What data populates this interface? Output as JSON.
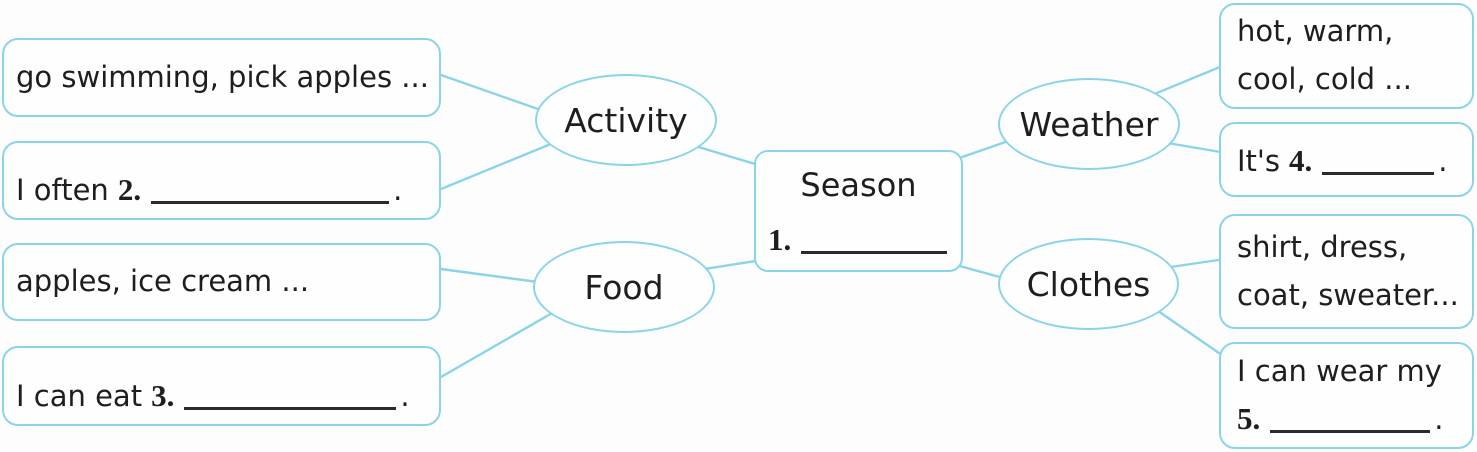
{
  "colors": {
    "stroke": "#8ad4ea",
    "text": "#1e1e1e",
    "blank_line": "#2b2b2b"
  },
  "center": {
    "title": "Season",
    "number": "1."
  },
  "branches": {
    "activity": "Activity",
    "food": "Food",
    "weather": "Weather",
    "clothes": "Clothes"
  },
  "leaves": {
    "activity_examples": "go swimming, pick apples ...",
    "activity_sentence": {
      "prefix": "I often",
      "number": "2.",
      "period": "."
    },
    "food_examples": "apples, ice cream ...",
    "food_sentence": {
      "prefix": "I can eat",
      "number": "3.",
      "period": "."
    },
    "weather_examples_line1": "hot, warm,",
    "weather_examples_line2": "cool, cold ...",
    "weather_sentence": {
      "prefix": "It's",
      "number": "4.",
      "period": "."
    },
    "clothes_examples_line1": "shirt, dress,",
    "clothes_examples_line2": "coat, sweater...",
    "clothes_sentence": {
      "line1": "I can wear my",
      "number": "5.",
      "period": "."
    }
  }
}
